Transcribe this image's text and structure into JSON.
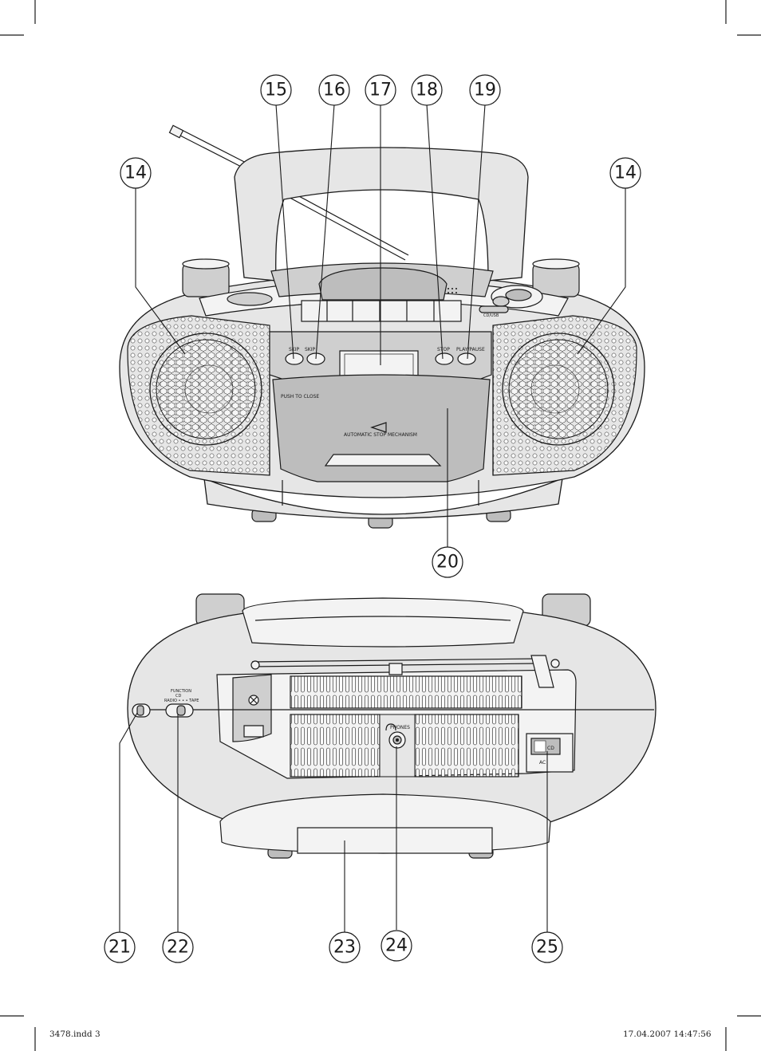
{
  "callouts": {
    "c14a": "14",
    "c14b": "14",
    "c15": "15",
    "c16": "16",
    "c17": "17",
    "c18": "18",
    "c19": "19",
    "c20": "20",
    "c21": "21",
    "c22": "22",
    "c23": "23",
    "c24": "24",
    "c25": "25"
  },
  "front_labels": {
    "skip_left": "SKIP",
    "skip_right": "SKIP",
    "stop": "STOP",
    "play_pause": "PLAY/PAUSE",
    "push_to_close": "PUSH TO CLOSE",
    "automatic_stop": "AUTOMATIC STOP MECHANISM",
    "cd_usb": "CD/USB"
  },
  "back_labels": {
    "function_title": "FUNCTION",
    "function_cd": "CD",
    "function_options": "RADIO • • • TAPE",
    "phones": "PHONES",
    "ac": "AC",
    "cd_switch": "CD"
  },
  "footer": {
    "file": "3478.indd   3",
    "timestamp": "17.04.2007   14:47:56"
  },
  "colors": {
    "line": "#1a1a1a",
    "body": "#e6e6e6",
    "panel": "#cfcfcf",
    "dark": "#bdbdbd"
  }
}
